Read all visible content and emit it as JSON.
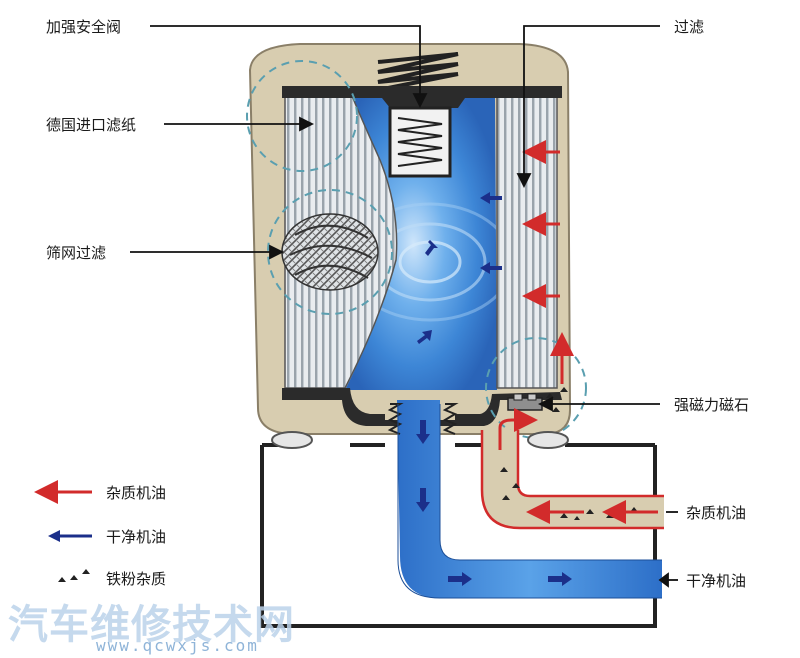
{
  "labels": {
    "safety_valve": "加强安全阀",
    "filter_paper": "德国进口滤纸",
    "mesh_filter": "筛网过滤",
    "filtering": "过滤",
    "magnet": "强磁力磁石",
    "dirty_oil_in": "杂质机油",
    "clean_oil_out": "干净机油"
  },
  "legend": [
    {
      "label": "杂质机油",
      "symbol": "red-arrow",
      "color": "#d22b2b"
    },
    {
      "label": "干净机油",
      "symbol": "blue-arrow",
      "color": "#1b2f8a"
    },
    {
      "label": "铁粉杂质",
      "symbol": "dot-triangles",
      "color": "#222222"
    }
  ],
  "colors": {
    "housing": "#d8cdb0",
    "clean_oil": "#3f8fdc",
    "dirty_oil_arrow": "#d22b2b",
    "clean_oil_arrow": "#1b2f8a"
  },
  "watermark": {
    "text": "汽车维修技术网",
    "url": "www.qcwxjs.com"
  }
}
